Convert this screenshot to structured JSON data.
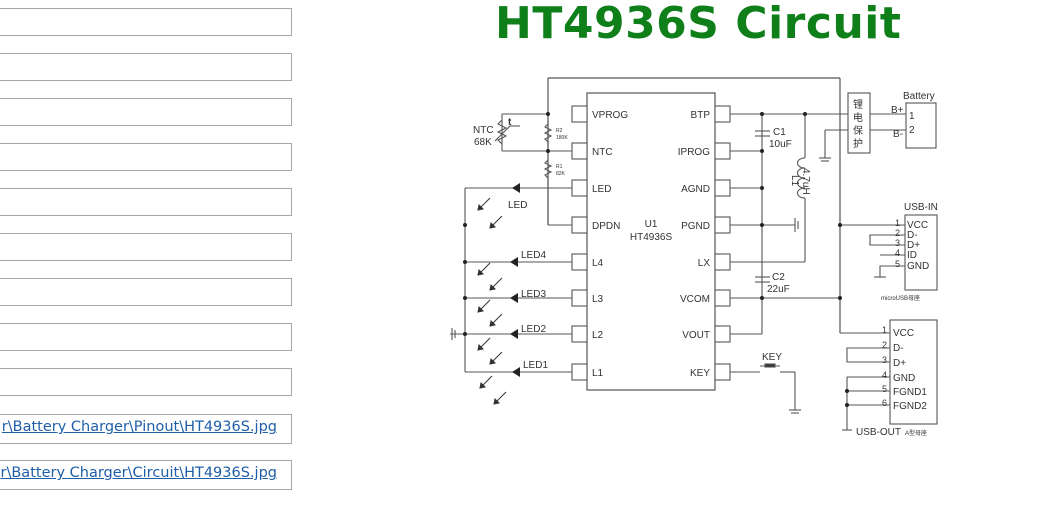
{
  "sheet": {
    "cells": [
      {
        "value": ""
      },
      {
        "value": ""
      },
      {
        "value": ""
      },
      {
        "value": ""
      },
      {
        "value": ""
      },
      {
        "value": ""
      },
      {
        "value": ""
      },
      {
        "value": ""
      },
      {
        "value": ""
      },
      {
        "value": "r\\Battery Charger\\Pinout\\HT4936S.jpg",
        "is_link": true
      },
      {
        "value": "r\\Battery Charger\\Circuit\\HT4936S.jpg",
        "is_link": true
      }
    ],
    "link_color": "#1f5fa8"
  },
  "image": {
    "title": "HT4936S Circuit",
    "title_color": "#0f7f1a",
    "chip": {
      "ref": "U1",
      "part": "HT4936S",
      "left_pins": [
        "VPROG",
        "NTC",
        "LED",
        "DPDN",
        "L4",
        "L3",
        "L2",
        "L1"
      ],
      "right_pins": [
        "BTP",
        "IPROG",
        "AGND",
        "PGND",
        "LX",
        "VCOM",
        "VOUT",
        "KEY"
      ]
    },
    "components": {
      "ntc": {
        "label": "NTC",
        "value": "68K",
        "symbol": "t"
      },
      "r2": {
        "label": "R2",
        "value": "180K"
      },
      "r1": {
        "label": "R1",
        "value": "82K"
      },
      "c1": {
        "label": "C1",
        "value": "10uF"
      },
      "c2": {
        "label": "C2",
        "value": "22uF"
      },
      "l1": {
        "label": "L1",
        "value": "4.7uH"
      },
      "key": {
        "label": "KEY"
      },
      "protect": {
        "label": [
          "锂",
          "电",
          "保",
          "护"
        ]
      },
      "leds": [
        "LED",
        "LED4",
        "LED3",
        "LED2",
        "LED1"
      ]
    },
    "battery": {
      "title": "Battery",
      "pins": [
        "1",
        "2"
      ],
      "nets": [
        "B+",
        "B-"
      ]
    },
    "usb_in": {
      "title": "USB-IN",
      "subtitle": "microUSB母座",
      "pins": [
        {
          "num": "1",
          "name": "VCC"
        },
        {
          "num": "2",
          "name": "D-"
        },
        {
          "num": "3",
          "name": "D+"
        },
        {
          "num": "4",
          "name": "ID"
        },
        {
          "num": "5",
          "name": "GND"
        }
      ]
    },
    "usb_out": {
      "title": "USB-OUT",
      "subtitle": "A型母座",
      "pins": [
        {
          "num": "1",
          "name": "VCC"
        },
        {
          "num": "2",
          "name": "D-"
        },
        {
          "num": "3",
          "name": "D+"
        },
        {
          "num": "4",
          "name": "GND"
        },
        {
          "num": "5",
          "name": "FGND1"
        },
        {
          "num": "6",
          "name": "FGND2"
        }
      ]
    }
  }
}
